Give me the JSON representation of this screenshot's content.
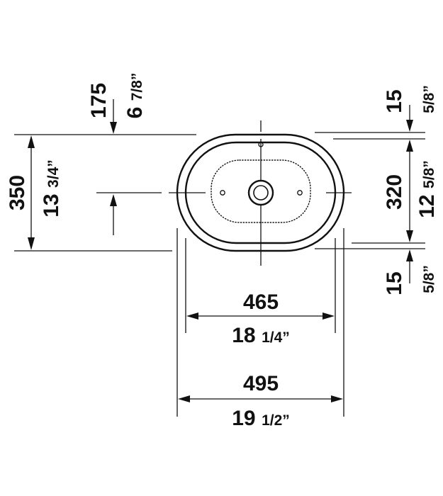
{
  "dimensions": {
    "depth_offset": {
      "mm": "175",
      "inch_whole": "6",
      "inch_frac": "7/8”"
    },
    "depth_overall": {
      "mm": "350",
      "inch_whole": "13",
      "inch_frac": "3/4”"
    },
    "rim_top": {
      "mm": "15",
      "inch_frac": "5/8”"
    },
    "inner_depth": {
      "mm": "320",
      "inch_whole": "12",
      "inch_frac": "5/8”"
    },
    "rim_bottom": {
      "mm": "15",
      "inch_frac": "5/8”"
    },
    "inner_width": {
      "mm": "465",
      "inch_whole": "18",
      "inch_frac": "1/4”"
    },
    "outer_width": {
      "mm": "495",
      "inch_whole": "19",
      "inch_frac": "1/2”"
    }
  },
  "colors": {
    "line": "#111111",
    "background": "#ffffff"
  }
}
